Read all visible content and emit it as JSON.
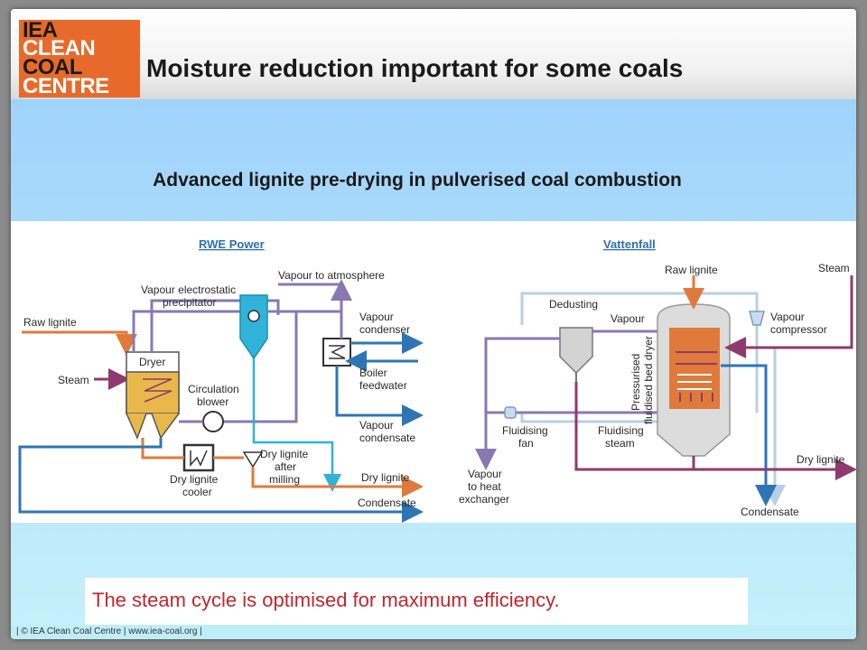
{
  "logo": {
    "line1": "IEA",
    "line2": "CLEAN",
    "line3": "COAL",
    "line4": "CENTRE"
  },
  "slide_title": "Moisture reduction important for some coals",
  "subtitle": "Advanced lignite pre-drying in pulverised coal combustion",
  "rwe": {
    "heading": "RWE Power",
    "labels": {
      "vapour_atmosphere": "Vapour to atmosphere",
      "vapour_esp_1": "Vapour electrostatic",
      "vapour_esp_2": "precipitator",
      "raw_lignite": "Raw lignite",
      "dryer": "Dryer",
      "steam": "Steam",
      "circulation_1": "Circulation",
      "circulation_2": "blower",
      "vapour_condenser_1": "Vapour",
      "vapour_condenser_2": "condenser",
      "boiler_feedwater_1": "Boiler",
      "boiler_feedwater_2": "feedwater",
      "vapour_condensate_1": "Vapour",
      "vapour_condensate_2": "condensate",
      "dry_lignite_milling_1": "Dry lignite",
      "dry_lignite_milling_2": "after",
      "dry_lignite_milling_3": "milling",
      "dry_lignite_cooler_1": "Dry lignite",
      "dry_lignite_cooler_2": "cooler",
      "dry_lignite": "Dry lignite",
      "condensate": "Condensate"
    }
  },
  "vattenfall": {
    "heading": "Vattenfall",
    "labels": {
      "raw_lignite": "Raw lignite",
      "steam": "Steam",
      "dedusting": "Dedusting",
      "vapour": "Vapour",
      "vapour_compressor_1": "Vapour",
      "vapour_compressor_2": "compressor",
      "pfbd_1": "Pressurised",
      "pfbd_2": "fluidised bed dryer",
      "fluidising_fan_1": "Fluidising",
      "fluidising_fan_2": "fan",
      "fluidising_steam_1": "Fluidising",
      "fluidising_steam_2": "steam",
      "vapour_heat_1": "Vapour",
      "vapour_heat_2": "to heat",
      "vapour_heat_3": "exchanger",
      "dry_lignite": "Dry lignite",
      "condensate": "Condensate"
    }
  },
  "caption": "The steam cycle is optimised for maximum efficiency.",
  "footer": "|  © IEA Clean Coal Centre   |   www.iea-coal.org   |",
  "colors": {
    "orange": "#e07a3a",
    "purple": "#8a78b0",
    "blue": "#2e75b6",
    "cyan": "#2fb3d9",
    "light_blue": "#b9cfe6",
    "maroon": "#8e3a6e",
    "grey": "#9a9a9a"
  }
}
